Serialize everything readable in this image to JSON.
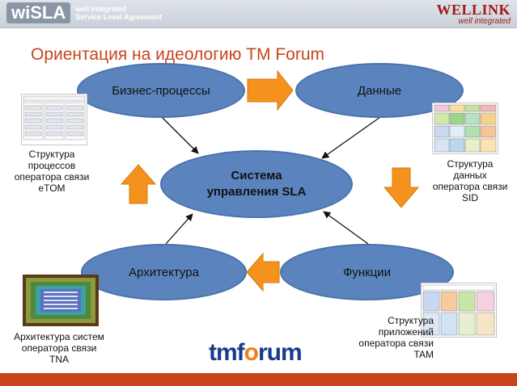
{
  "header": {
    "logo_left": "wiSLA",
    "logo_left_sub1": "well integrated",
    "logo_left_sub2": "Service Level Agreement",
    "logo_right": "WELLINK",
    "logo_right_sub": "well integrated"
  },
  "title": "Ориентация на идеологию TM Forum",
  "nodes": {
    "business": "Бизнес-процессы",
    "data": "Данные",
    "center_line1": "Система",
    "center_line2": "управления SLA",
    "architecture": "Архитектура",
    "functions": "Функции"
  },
  "captions": {
    "etom": [
      "Структура",
      "процессов",
      "оператора связи",
      "eTOM"
    ],
    "sid": [
      "Структура",
      "данных",
      "оператора связи",
      "SID"
    ],
    "tna": [
      "Архитектура систем",
      "оператора связи",
      "TNA"
    ],
    "tam": [
      "Структура",
      "приложений",
      "оператора связи",
      "TAM"
    ]
  },
  "footer_logo": {
    "part1": "tm",
    "part2": "f",
    "part3": "rum"
  },
  "colors": {
    "node_fill": "#5b84bf",
    "arrow_orange": "#f5921e",
    "title": "#c8441a",
    "footer_bar": "#c8441a"
  }
}
